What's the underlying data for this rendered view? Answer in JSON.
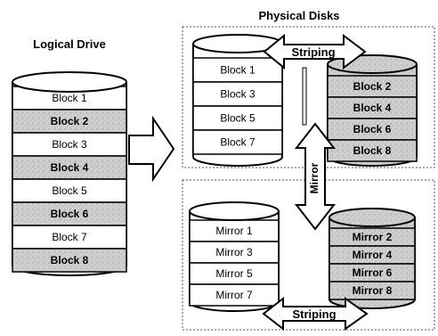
{
  "header": {
    "physical_title": "Physical Disks",
    "logical_title": "Logical Drive"
  },
  "logical_drive": {
    "blocks": [
      "Block 1",
      "Block 2",
      "Block 3",
      "Block 4",
      "Block 5",
      "Block 6",
      "Block 7",
      "Block 8"
    ]
  },
  "disk_a": {
    "rows": [
      "Block 1",
      "Block 3",
      "Block 5",
      "Block 7"
    ]
  },
  "disk_b": {
    "rows": [
      "Block 2",
      "Block 4",
      "Block 6",
      "Block 8"
    ]
  },
  "disk_c": {
    "rows": [
      "Mirror 1",
      "Mirror 3",
      "Mirror 5",
      "Mirror 7"
    ]
  },
  "disk_d": {
    "rows": [
      "Mirror 2",
      "Mirror 4",
      "Mirror 6",
      "Mirror 8"
    ]
  },
  "arrows": {
    "striping_top": "Striping",
    "striping_bottom": "Striping",
    "mirror": "Mirror"
  },
  "colors": {
    "white_band": "#ffffff",
    "gray_band": "#c9c9c9",
    "stroke": "#000000",
    "group_border": "#555555"
  }
}
